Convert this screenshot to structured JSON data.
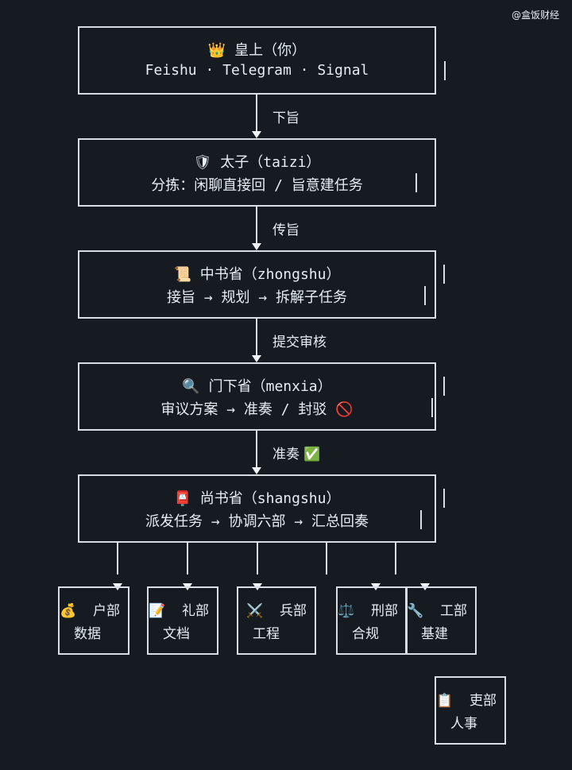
{
  "watermark": "@盒饭财经",
  "nodes": [
    {
      "icon": "👑",
      "title": "皇上（你）",
      "desc": "Feishu · Telegram · Signal"
    },
    {
      "icon": "🛡",
      "title": "太子（taizi）",
      "desc": "分拣：闲聊直接回 / 旨意建任务"
    },
    {
      "icon": "📜",
      "title": "中书省（zhongshu）",
      "desc": "接旨 → 规划 → 拆解子任务"
    },
    {
      "icon": "🔍",
      "title": "门下省（menxia）",
      "desc": "审议方案 → 准奏 / 封驳 🚫"
    },
    {
      "icon": "📮",
      "title": "尚书省（shangshu）",
      "desc": "派发任务 → 协调六部 → 汇总回奏"
    }
  ],
  "edges": [
    "下旨",
    "传旨",
    "提交审核",
    "准奏 ✅"
  ],
  "ministries": [
    {
      "icon": "💰",
      "name": "户部",
      "role": "数据"
    },
    {
      "icon": "📝",
      "name": "礼部",
      "role": "文档"
    },
    {
      "icon": "⚔️",
      "name": "兵部",
      "role": "工程"
    },
    {
      "icon": "⚖️",
      "name": "刑部",
      "role": "合规"
    },
    {
      "icon": "🔧",
      "name": "工部",
      "role": "基建"
    },
    {
      "icon": "📋",
      "name": "吏部",
      "role": "人事"
    }
  ]
}
